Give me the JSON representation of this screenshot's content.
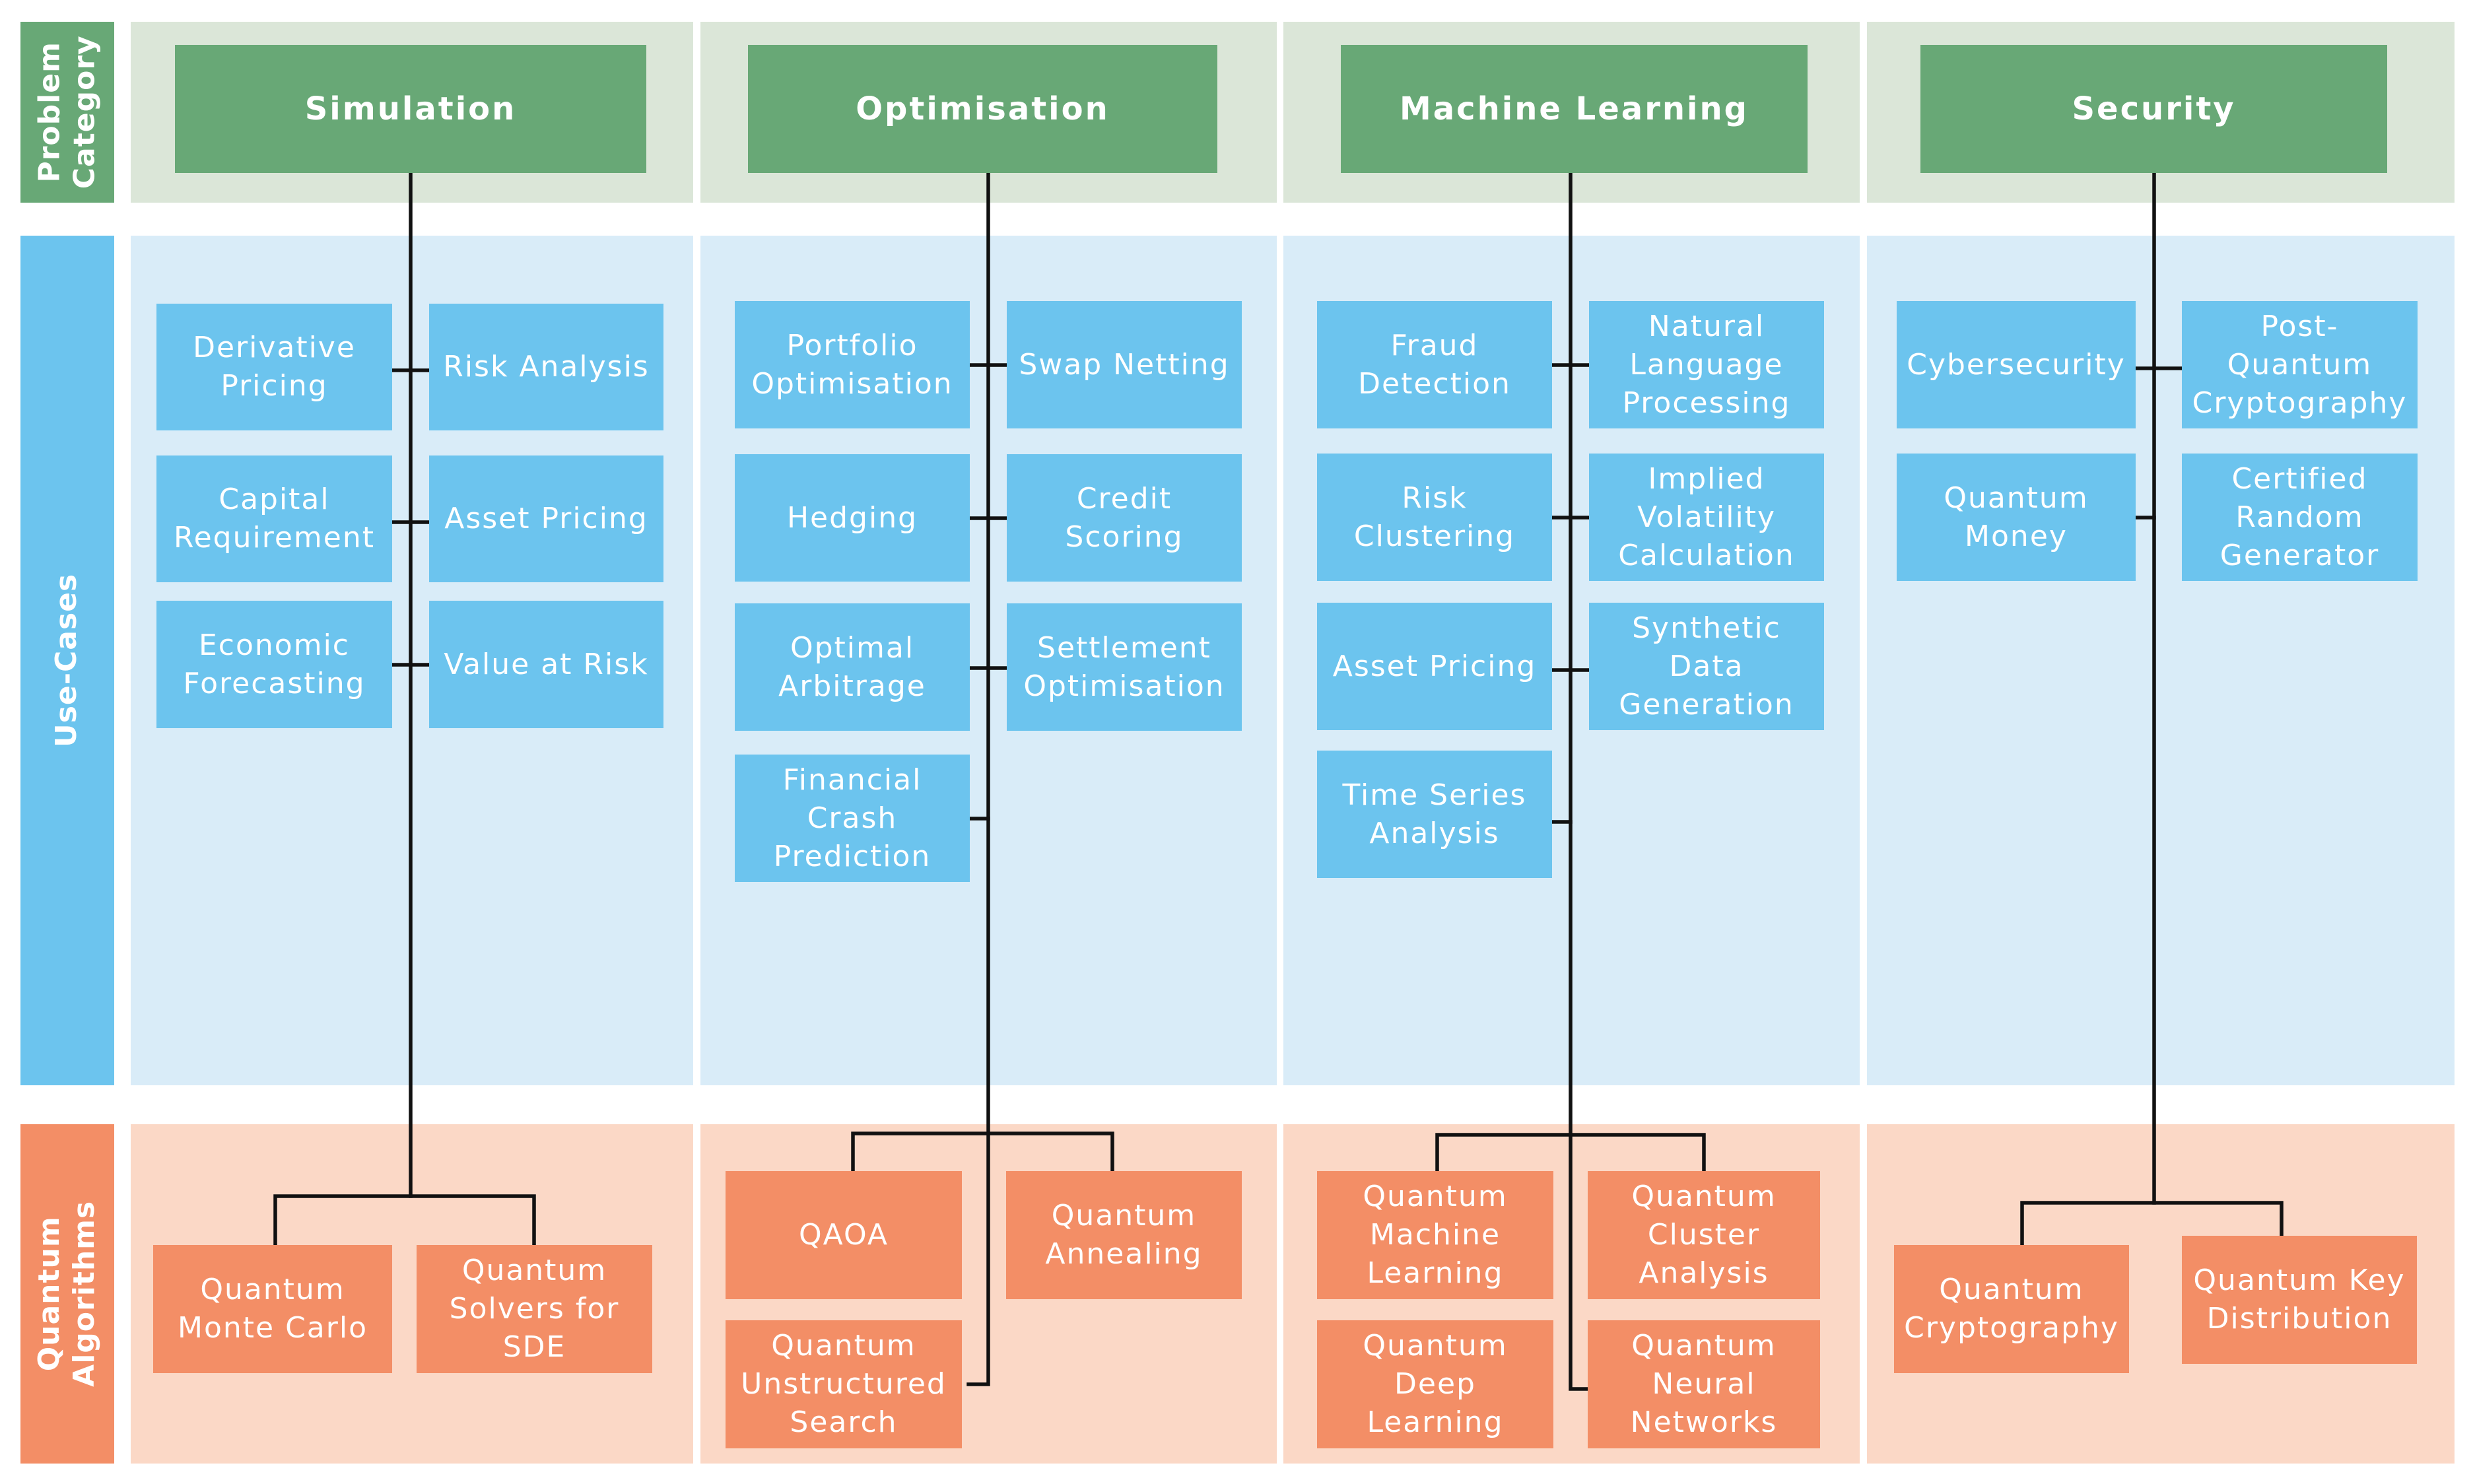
{
  "row_labels": {
    "problem": "Problem\nCategory",
    "use_cases": "Use-Cases",
    "algorithms": "Quantum\nAlgorithms"
  },
  "colors": {
    "category": "#68a876",
    "use_case": "#6cc4ee",
    "algorithm": "#f38e66",
    "problem_band": "#dbe6d8",
    "use_case_band": "#d9ecf8",
    "algorithm_band": "#fbd8c6",
    "connector": "#111111"
  },
  "columns": [
    {
      "category": "Simulation",
      "use_cases": [
        "Derivative\nPricing",
        "Risk Analysis",
        "Capital\nRequirement",
        "Asset Pricing",
        "Economic\nForecasting",
        "Value at Risk"
      ],
      "algorithms": [
        "Quantum\nMonte Carlo",
        "Quantum\nSolvers for\nSDE"
      ]
    },
    {
      "category": "Optimisation",
      "use_cases": [
        "Portfolio\nOptimisation",
        "Swap Netting",
        "Hedging",
        "Credit\nScoring",
        "Optimal\nArbitrage",
        "Settlement\nOptimisation",
        "Financial\nCrash\nPrediction"
      ],
      "algorithms": [
        "QAOA",
        "Quantum\nAnnealing",
        "Quantum\nUnstructured\nSearch"
      ]
    },
    {
      "category": "Machine Learning",
      "use_cases": [
        "Fraud\nDetection",
        "Natural\nLanguage\nProcessing",
        "Risk\nClustering",
        "Implied\nVolatility\nCalculation",
        "Asset Pricing",
        "Synthetic\nData\nGeneration",
        "Time Series\nAnalysis"
      ],
      "algorithms": [
        "Quantum\nMachine\nLearning",
        "Quantum\nCluster\nAnalysis",
        "Quantum\nDeep\nLearning",
        "Quantum\nNeural\nNetworks"
      ]
    },
    {
      "category": "Security",
      "use_cases": [
        "Cybersecurity",
        "Post-\nQuantum\nCryptography",
        "Quantum\nMoney",
        "Certified\nRandom\nGenerator"
      ],
      "algorithms": [
        "Quantum\nCryptography",
        "Quantum Key\nDistribution"
      ]
    }
  ]
}
